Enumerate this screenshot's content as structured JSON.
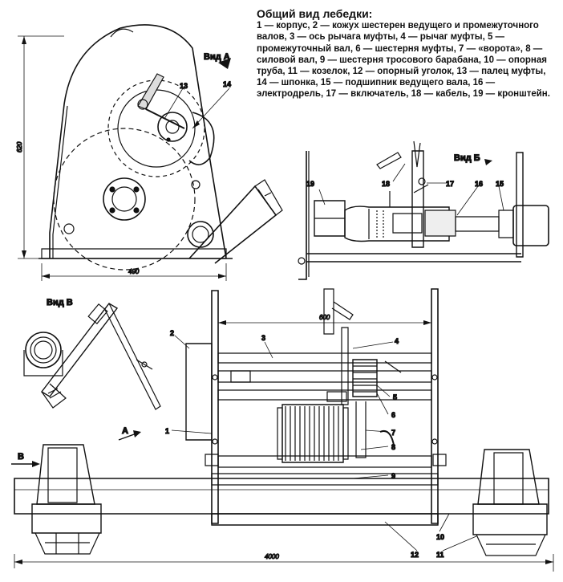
{
  "legend": {
    "title": "Общий вид лебедки:",
    "body": "1 — корпус, 2 — кожух шестерен ведущего и промежуточного валов, 3 — ось рычага муфты, 4 — рычаг муфты, 5 — промежуточный вал, 6 — шестерня муфты, 7 — «ворота», 8 — силовой вал, 9 — шестерня тросового барабана, 10 — опорная труба, 11 — козелок, 12 — опорный уголок, 13 — палец муфты, 14 — шпонка, 15 — подшипник ведущего вала, 16 — электродрель, 17 — включатель, 18 — кабель, 19 — кронштейн."
  },
  "views": {
    "view_a": "Вид А",
    "view_b": "Вид Б",
    "view_v": "Вид В",
    "arrow_a": "А",
    "arrow_b": "В"
  },
  "dimensions": {
    "height": "620",
    "width": "490",
    "gap": "600",
    "length": "4000"
  },
  "callouts": {
    "n1": "1",
    "n2": "2",
    "n3": "3",
    "n4": "4",
    "n5": "5",
    "n6": "6",
    "n7": "7",
    "n8": "8",
    "n9": "9",
    "n10": "10",
    "n11": "11",
    "n12": "12",
    "n13": "13",
    "n14": "14",
    "n15": "15",
    "n16": "16",
    "n17": "17",
    "n18": "18",
    "n19": "19"
  }
}
